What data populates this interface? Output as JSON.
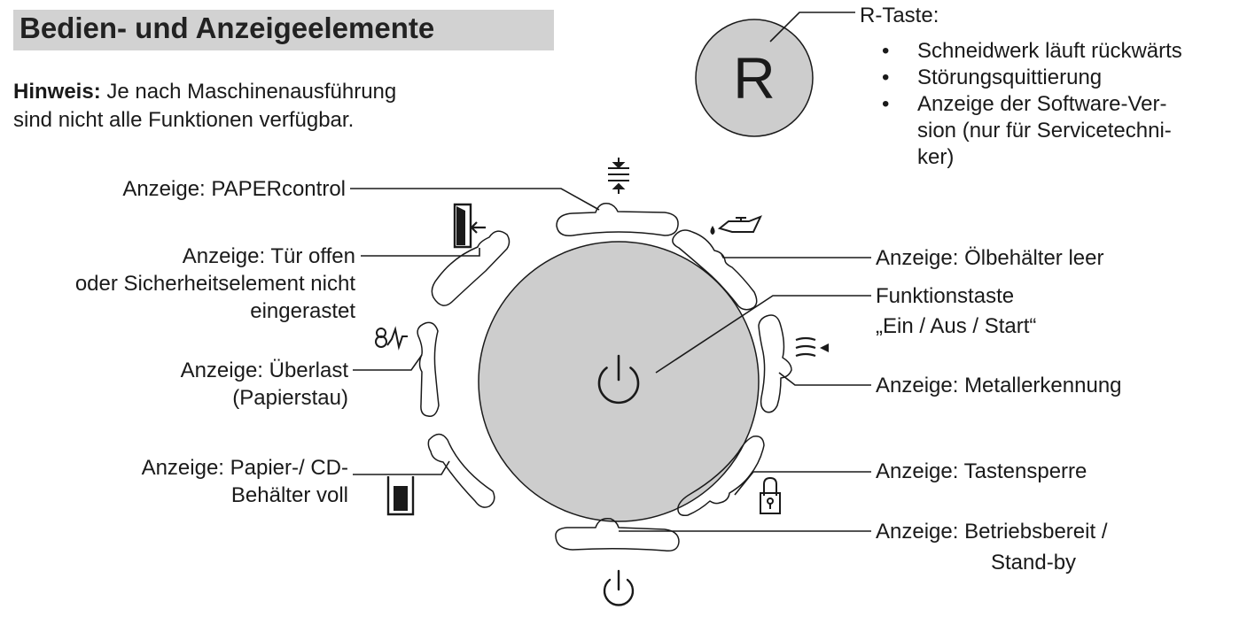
{
  "header": {
    "title": "Bedien- und Anzeigeelemente"
  },
  "hint": {
    "label": "Hinweis:",
    "text_line1": "Je nach Maschinenausführung",
    "text_line2": "sind nicht alle Funktionen verfügbar."
  },
  "r_key": {
    "symbol": "R",
    "title": "R-Taste:",
    "items": [
      "Schneidwerk läuft rückwärts",
      "Störungsquittierung",
      "Anzeige der Software-Ver-\nsion (nur für Servicetechni-\nker)"
    ]
  },
  "labels": {
    "paper_control": "Anzeige: PAPERcontrol",
    "door_open_1": "Anzeige: Tür offen",
    "door_open_2": "oder Sicherheitselement nicht",
    "door_open_3": "eingerastet",
    "overload_1": "Anzeige: Überlast",
    "overload_2": "(Papierstau)",
    "bin_full_1": "Anzeige: Papier-/ CD-",
    "bin_full_2": "Behälter voll",
    "oil_empty": "Anzeige: Ölbehälter leer",
    "function_key_1": "Funktionstaste",
    "function_key_2": "„Ein / Aus / Start“",
    "metal_detection": "Anzeige: Metallerkennung",
    "key_lock": "Anzeige: Tastensperre",
    "standby_1": "Anzeige: Betriebsbereit /",
    "standby_2": "Stand-by"
  },
  "icons": {
    "center_button": "power-icon",
    "bottom": "power-icon",
    "top": "paper-control-icon",
    "upper_left": "door-open-icon",
    "left": "overload-icon",
    "lower_left": "bin-full-icon",
    "upper_right": "oil-can-icon",
    "right": "metal-detection-icon",
    "lower_right": "padlock-icon"
  },
  "colors": {
    "button_fill": "#cdcdcd",
    "title_bar": "#d2d2d2",
    "line": "#1a1a1a"
  }
}
